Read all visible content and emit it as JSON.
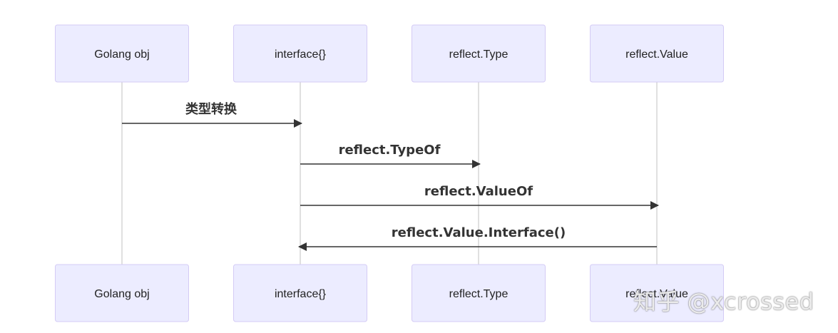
{
  "participants": [
    {
      "id": "golang",
      "label": "Golang obj"
    },
    {
      "id": "iface",
      "label": "interface{}"
    },
    {
      "id": "rtype",
      "label": "reflect.Type"
    },
    {
      "id": "rvalue",
      "label": "reflect.Value"
    }
  ],
  "messages": [
    {
      "from": "golang",
      "to": "iface",
      "label": "类型转换"
    },
    {
      "from": "iface",
      "to": "rtype",
      "label": "reflect.TypeOf"
    },
    {
      "from": "iface",
      "to": "rvalue",
      "label": "reflect.ValueOf"
    },
    {
      "from": "rvalue",
      "to": "iface",
      "label": "reflect.Value.Interface()"
    }
  ],
  "watermark": "知乎 @xcrossed",
  "colors": {
    "actor_fill": "#ECECFF",
    "actor_border": "#D4CBF5",
    "lifeline": "#999999",
    "arrow": "#333333"
  }
}
